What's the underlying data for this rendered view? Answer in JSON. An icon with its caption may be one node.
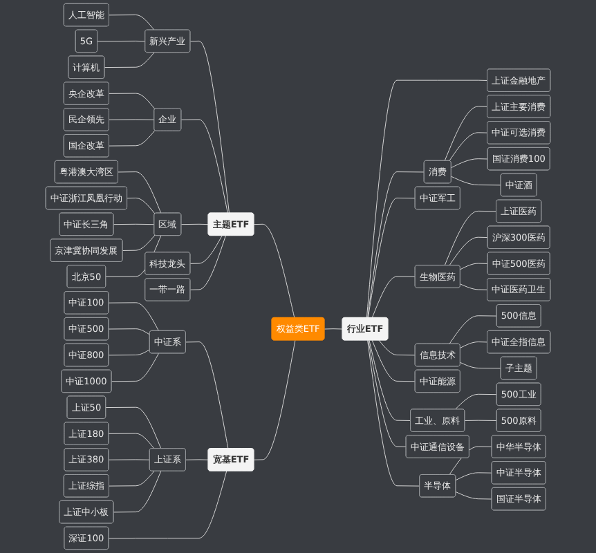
{
  "diagram": {
    "nodes": [
      {
        "text": [
          "权益类ETF"
        ]
      },
      {
        "text": [
          "主题ETF"
        ]
      },
      {
        "text": [
          "新兴产业"
        ]
      },
      {
        "text": [
          "人工智能"
        ]
      },
      {
        "text": [
          "5G"
        ]
      },
      {
        "text": [
          "计算机"
        ]
      },
      {
        "text": [
          "企业"
        ]
      },
      {
        "text": [
          "央企改革"
        ]
      },
      {
        "text": [
          "民企领先"
        ]
      },
      {
        "text": [
          "国企改革"
        ]
      },
      {
        "text": [
          "区域"
        ]
      },
      {
        "text": [
          "粤港澳大湾区"
        ]
      },
      {
        "text": [
          "中证浙江凤凰行动"
        ]
      },
      {
        "text": [
          "中证长三角"
        ]
      },
      {
        "text": [
          "京津冀协同发展"
        ]
      },
      {
        "text": [
          "北京50"
        ]
      },
      {
        "text": [
          "科技龙头"
        ]
      },
      {
        "text": [
          "一带一路"
        ]
      },
      {
        "text": [
          "行业ETF"
        ]
      },
      {
        "text": [
          "上证金融地产"
        ]
      },
      {
        "text": [
          "消费"
        ]
      },
      {
        "text": [
          "上证主要消费"
        ]
      },
      {
        "text": [
          "中证可选消费"
        ]
      },
      {
        "text": [
          "国证消费100"
        ]
      },
      {
        "text": [
          "中证酒"
        ]
      },
      {
        "text": [
          "生物医药"
        ]
      },
      {
        "text": [
          "上证医药"
        ]
      },
      {
        "text": [
          "沪深300医药"
        ]
      },
      {
        "text": [
          "中证500医药"
        ]
      },
      {
        "text": [
          "中证医药卫生"
        ]
      },
      {
        "text": [
          "中证军工"
        ]
      },
      {
        "text": [
          "信息技术"
        ]
      },
      {
        "text": [
          "500信息"
        ]
      },
      {
        "text": [
          "中证全指信息"
        ]
      },
      {
        "text": [
          "子主题"
        ]
      },
      {
        "text": [
          "工业、原料"
        ]
      },
      {
        "text": [
          "500工业"
        ]
      },
      {
        "text": [
          "500原料"
        ]
      },
      {
        "text": [
          "中证能源"
        ]
      },
      {
        "text": [
          "半导体"
        ]
      },
      {
        "text": [
          "中华半导体"
        ]
      },
      {
        "text": [
          "中证半导体"
        ]
      },
      {
        "text": [
          "国证半导体"
        ]
      },
      {
        "text": [
          "中证通信设备"
        ]
      },
      {
        "text": [
          "宽基ETF"
        ]
      },
      {
        "text": [
          "中证系"
        ]
      },
      {
        "text": [
          "中证100"
        ]
      },
      {
        "text": [
          "中证500"
        ]
      },
      {
        "text": [
          "中证800"
        ]
      },
      {
        "text": [
          "中证1000"
        ]
      },
      {
        "text": [
          "上证系"
        ]
      },
      {
        "text": [
          "上证50"
        ]
      },
      {
        "text": [
          "上证180"
        ]
      },
      {
        "text": [
          "上证380"
        ]
      },
      {
        "text": [
          "上证综指"
        ]
      },
      {
        "text": [
          "上证中小板"
        ]
      },
      {
        "text": [
          "深证100"
        ]
      }
    ],
    "edges": [
      {
        "from": 0,
        "to": 1,
        "arrow": "none"
      },
      {
        "from": 1,
        "to": 2,
        "arrow": "none"
      },
      {
        "from": 2,
        "to": 3,
        "arrow": "none"
      },
      {
        "from": 2,
        "to": 4,
        "arrow": "none"
      },
      {
        "from": 2,
        "to": 5,
        "arrow": "none"
      },
      {
        "from": 1,
        "to": 6,
        "arrow": "none"
      },
      {
        "from": 6,
        "to": 7,
        "arrow": "none"
      },
      {
        "from": 6,
        "to": 8,
        "arrow": "none"
      },
      {
        "from": 6,
        "to": 9,
        "arrow": "none"
      },
      {
        "from": 1,
        "to": 10,
        "arrow": "none"
      },
      {
        "from": 10,
        "to": 11,
        "arrow": "none"
      },
      {
        "from": 10,
        "to": 12,
        "arrow": "none"
      },
      {
        "from": 10,
        "to": 13,
        "arrow": "none"
      },
      {
        "from": 10,
        "to": 14,
        "arrow": "none"
      },
      {
        "from": 10,
        "to": 15,
        "arrow": "none"
      },
      {
        "from": 1,
        "to": 16,
        "arrow": "none"
      },
      {
        "from": 1,
        "to": 17,
        "arrow": "none"
      },
      {
        "from": 0,
        "to": 18,
        "arrow": "none"
      },
      {
        "from": 18,
        "to": 19,
        "arrow": "none"
      },
      {
        "from": 18,
        "to": 20,
        "arrow": "none"
      },
      {
        "from": 20,
        "to": 21,
        "arrow": "none"
      },
      {
        "from": 20,
        "to": 22,
        "arrow": "none"
      },
      {
        "from": 20,
        "to": 23,
        "arrow": "none"
      },
      {
        "from": 20,
        "to": 24,
        "arrow": "none"
      },
      {
        "from": 18,
        "to": 25,
        "arrow": "none"
      },
      {
        "from": 25,
        "to": 26,
        "arrow": "none"
      },
      {
        "from": 25,
        "to": 27,
        "arrow": "none"
      },
      {
        "from": 25,
        "to": 28,
        "arrow": "none"
      },
      {
        "from": 25,
        "to": 29,
        "arrow": "none"
      },
      {
        "from": 18,
        "to": 30,
        "arrow": "none"
      },
      {
        "from": 18,
        "to": 31,
        "arrow": "none"
      },
      {
        "from": 31,
        "to": 32,
        "arrow": "none"
      },
      {
        "from": 31,
        "to": 33,
        "arrow": "none"
      },
      {
        "from": 31,
        "to": 34,
        "arrow": "none"
      },
      {
        "from": 18,
        "to": 35,
        "arrow": "none"
      },
      {
        "from": 35,
        "to": 36,
        "arrow": "none"
      },
      {
        "from": 35,
        "to": 37,
        "arrow": "none"
      },
      {
        "from": 18,
        "to": 38,
        "arrow": "none"
      },
      {
        "from": 18,
        "to": 39,
        "arrow": "none"
      },
      {
        "from": 39,
        "to": 40,
        "arrow": "none"
      },
      {
        "from": 39,
        "to": 41,
        "arrow": "none"
      },
      {
        "from": 39,
        "to": 42,
        "arrow": "none"
      },
      {
        "from": 18,
        "to": 43,
        "arrow": "none"
      },
      {
        "from": 0,
        "to": 44,
        "arrow": "none"
      },
      {
        "from": 44,
        "to": 45,
        "arrow": "none"
      },
      {
        "from": 45,
        "to": 46,
        "arrow": "none"
      },
      {
        "from": 45,
        "to": 47,
        "arrow": "none"
      },
      {
        "from": 45,
        "to": 48,
        "arrow": "none"
      },
      {
        "from": 45,
        "to": 49,
        "arrow": "none"
      },
      {
        "from": 44,
        "to": 50,
        "arrow": "none"
      },
      {
        "from": 50,
        "to": 51,
        "arrow": "none"
      },
      {
        "from": 50,
        "to": 52,
        "arrow": "none"
      },
      {
        "from": 50,
        "to": 53,
        "arrow": "none"
      },
      {
        "from": 50,
        "to": 54,
        "arrow": "none"
      },
      {
        "from": 50,
        "to": 55,
        "arrow": "none"
      },
      {
        "from": 44,
        "to": 56,
        "arrow": "none"
      }
    ]
  }
}
